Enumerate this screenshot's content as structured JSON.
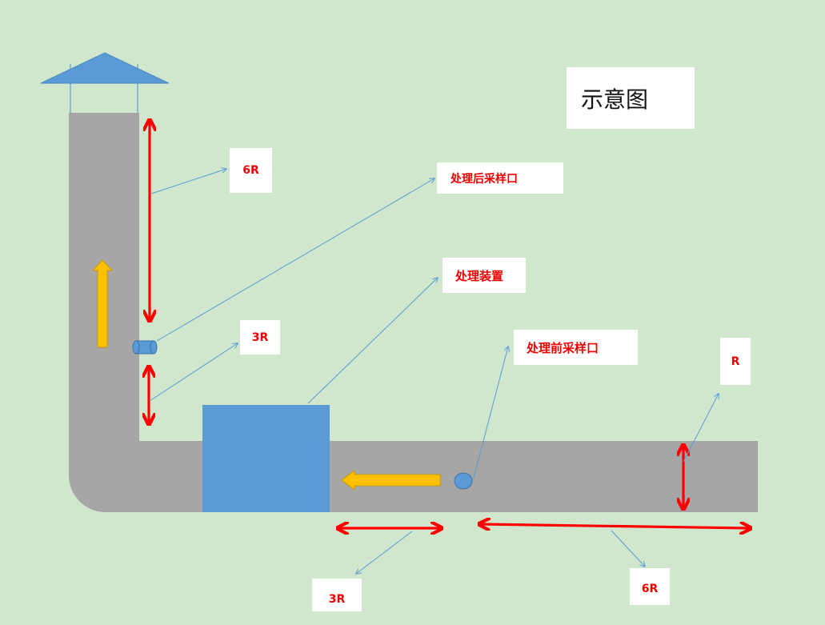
{
  "diagram": {
    "title": "示意图",
    "labels": {
      "stack_height": "6R",
      "sample_after": "处理后采样口",
      "device": "处理装置",
      "stack_gap": "3R",
      "sample_before": "处理前采样口",
      "duct_diameter": "R",
      "bottom_3r": "3R",
      "bottom_6r": "6R"
    },
    "colors": {
      "background": "#d0e7cd",
      "duct": "#a6a6a6",
      "device": "#5b9bd5",
      "flow_arrow": "#ffc000",
      "dimension_arrow": "#ff0000",
      "leader": "#5b9bd5",
      "label_text": "#ee0000"
    }
  }
}
